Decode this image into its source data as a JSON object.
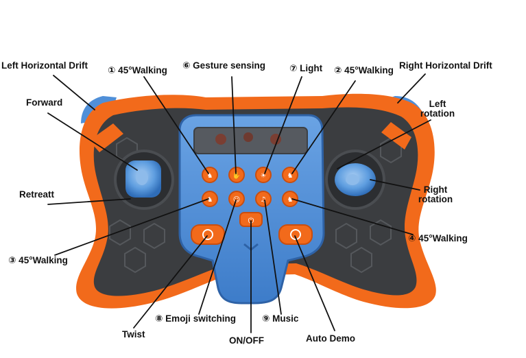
{
  "labels": {
    "left_horizontal_drift": "Left Horizontal Drift",
    "walking_1": "① 45°Walking",
    "gesture_sensing": "⑥ Gesture sensing",
    "light": "⑦ Light",
    "walking_2": "② 45°Walking",
    "right_horizontal_drift": "Right Horizontal Drift",
    "forward": "Forward",
    "left_rotation_1": "Left",
    "left_rotation_2": "rotation",
    "retreat": "Retreatt",
    "right_rotation_1": "Right",
    "right_rotation_2": "rotation",
    "walking_3": "③ 45°Walking",
    "walking_4": "④ 45°Walking",
    "twist": "Twist",
    "emoji_switching": "⑧ Emoji switching",
    "music": "⑨ Music",
    "on_off": "ON/OFF",
    "auto_demo": "Auto Demo"
  },
  "colors": {
    "orange": "#f26a1b",
    "dark_orange": "#c94e0f",
    "blue": "#4f8fd8",
    "light_blue": "#8fb9ea",
    "dark_grey": "#3b3d40",
    "grey": "#5a5d61"
  },
  "icons": {
    "row1": [
      "walking-icon",
      "gesture-icon",
      "light-icon",
      "walking-icon"
    ],
    "row2": [
      "walking-icon",
      "emoji-icon",
      "music-icon",
      "walking-icon"
    ],
    "power": "power-icon",
    "twist": "twist-icon",
    "demo": "demo-icon"
  }
}
